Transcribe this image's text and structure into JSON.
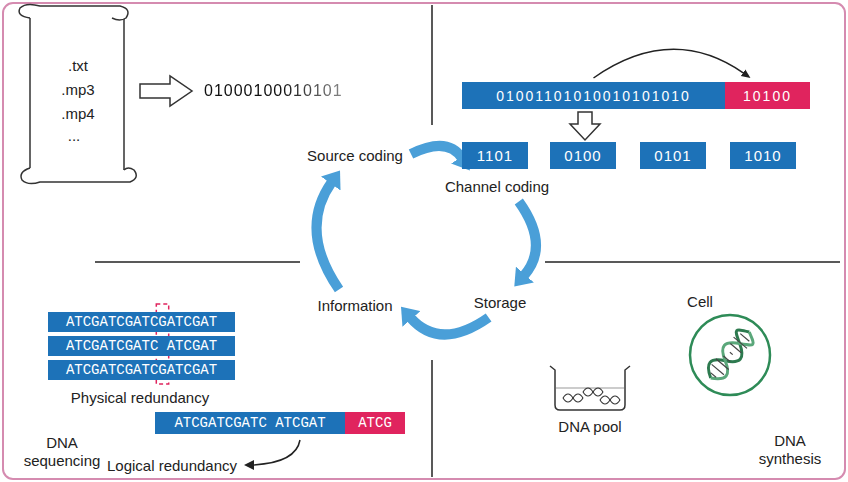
{
  "diagram": {
    "nodes": [
      {
        "text": [
          "Source coding"
        ]
      },
      {
        "text": [
          "Channel coding"
        ]
      },
      {
        "text": [
          "Storage"
        ]
      },
      {
        "text": [
          "Information"
        ]
      },
      {
        "text": [
          "01001101010010101010"
        ]
      },
      {
        "text": [
          "10100"
        ]
      },
      {
        "text": [
          "1101"
        ]
      },
      {
        "text": [
          "0100"
        ]
      },
      {
        "text": [
          "0101"
        ]
      },
      {
        "text": [
          "1010"
        ]
      },
      {
        "text": [
          "ATCGATCGATCGATCGAT"
        ]
      },
      {
        "text": [
          "ATCGATCGATC ATCGAT"
        ]
      },
      {
        "text": [
          "ATCGATCGATCGATCGAT"
        ]
      },
      {
        "text": [
          "ATCGATCGATC ATCGAT"
        ]
      },
      {
        "text": [
          "ATCG"
        ]
      }
    ],
    "edges": [
      {
        "from": 0,
        "to": 1,
        "arrow": "to"
      },
      {
        "from": 1,
        "to": 2,
        "arrow": "to"
      },
      {
        "from": 2,
        "to": 3,
        "arrow": "to"
      },
      {
        "from": 3,
        "to": 0,
        "arrow": "to"
      },
      {
        "from": 4,
        "to": 5,
        "arrow": "to"
      }
    ],
    "labels": [
      ".txt",
      ".mp3",
      ".mp4",
      "...",
      "01000100010101",
      "Physical redundancy",
      "Logical redundancy",
      "DNA sequencing",
      "DNA pool",
      "Cell",
      "DNA synthesis"
    ]
  }
}
